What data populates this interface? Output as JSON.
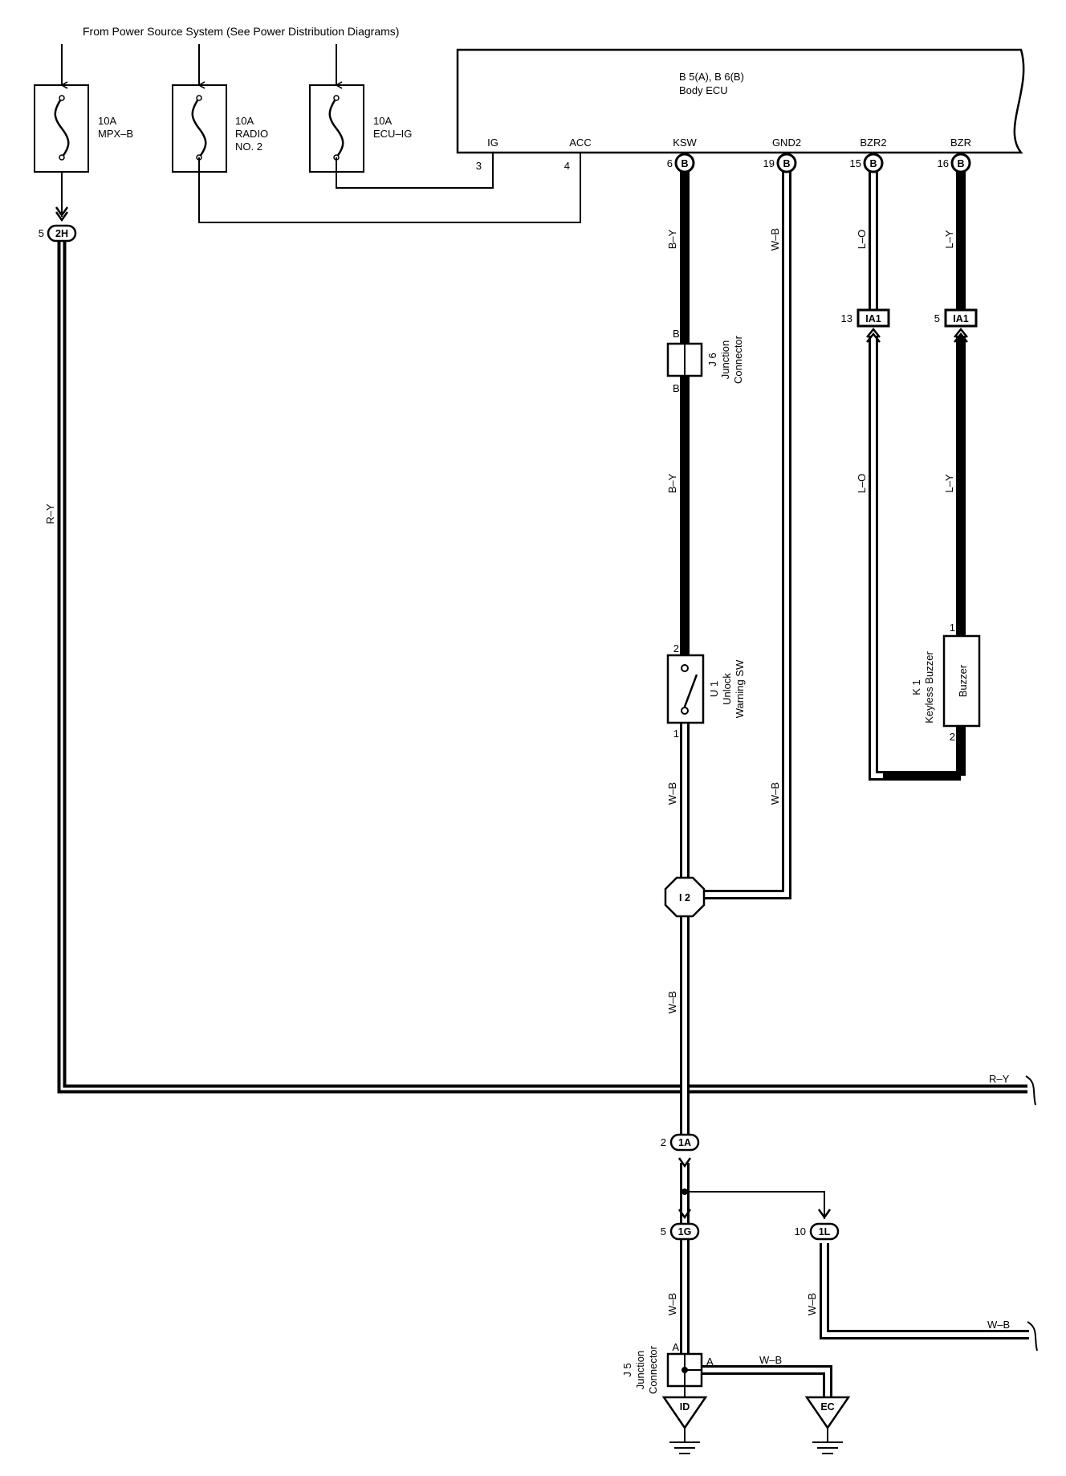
{
  "header": {
    "source_note": "From Power Source System (See Power Distribution Diagrams)"
  },
  "fuses": [
    {
      "rating": "10A",
      "name_lines": [
        "MPX–B"
      ]
    },
    {
      "rating": "10A",
      "name_lines": [
        "RADIO",
        "NO. 2"
      ]
    },
    {
      "rating": "10A",
      "name_lines": [
        "ECU–IG"
      ]
    }
  ],
  "ecu": {
    "code": "B 5(A), B 6(B)",
    "name": "Body ECU",
    "terminals": [
      {
        "label": "IG",
        "pin": "3",
        "connector": ""
      },
      {
        "label": "ACC",
        "pin": "4",
        "connector": ""
      },
      {
        "label": "KSW",
        "pin": "6",
        "connector": "B"
      },
      {
        "label": "GND2",
        "pin": "19",
        "connector": "B"
      },
      {
        "label": "BZR2",
        "pin": "15",
        "connector": "B"
      },
      {
        "label": "BZR",
        "pin": "16",
        "connector": "B"
      }
    ]
  },
  "connectors": {
    "c2H": {
      "id": "2H",
      "pin": "5"
    },
    "iaa": {
      "id": "IA1",
      "pin": "13"
    },
    "iab": {
      "id": "IA1",
      "pin": "5"
    },
    "c1A": {
      "id": "1A",
      "pin": "2"
    },
    "c1G": {
      "id": "1G",
      "pin": "5"
    },
    "c1L": {
      "id": "1L",
      "pin": "10"
    }
  },
  "junction_j6": {
    "code": "J 6",
    "name_lines": [
      "Junction",
      "Connector"
    ],
    "pin_top": "B",
    "pin_bottom": "B"
  },
  "switch_u1": {
    "code": "U 1",
    "name_lines": [
      "Unlock",
      "Warning SW"
    ],
    "pin_top": "2",
    "pin_bottom": "1"
  },
  "buzzer_k1": {
    "code": "K 1",
    "name_lines": [
      "Keyless Buzzer"
    ],
    "inner_label": "Buzzer",
    "pin_top": "1",
    "pin_bottom": "2"
  },
  "splice_i2": {
    "id": "I 2"
  },
  "junction_j5": {
    "code": "J 5",
    "name_lines": [
      "Junction",
      "Connector"
    ],
    "pin_top": "A",
    "pin_right": "A"
  },
  "grounds": [
    {
      "id": "ID"
    },
    {
      "id": "EC"
    }
  ],
  "wire_colors": {
    "ry_left": "R–Y",
    "ry_right": "R–Y",
    "by_upper": "B–Y",
    "by_lower": "B–Y",
    "wb_gnd2_upper": "W–B",
    "wb_gnd2_lower": "W–B",
    "lo_upper": "L–O",
    "lo_lower": "L–O",
    "ly_upper": "L–Y",
    "ly_lower": "L–Y",
    "wb_u1": "W–B",
    "wb_i2": "W–B",
    "wb_1g": "W–B",
    "wb_1l": "W–B",
    "wb_right": "W–B",
    "wb_j5": "W–B"
  }
}
